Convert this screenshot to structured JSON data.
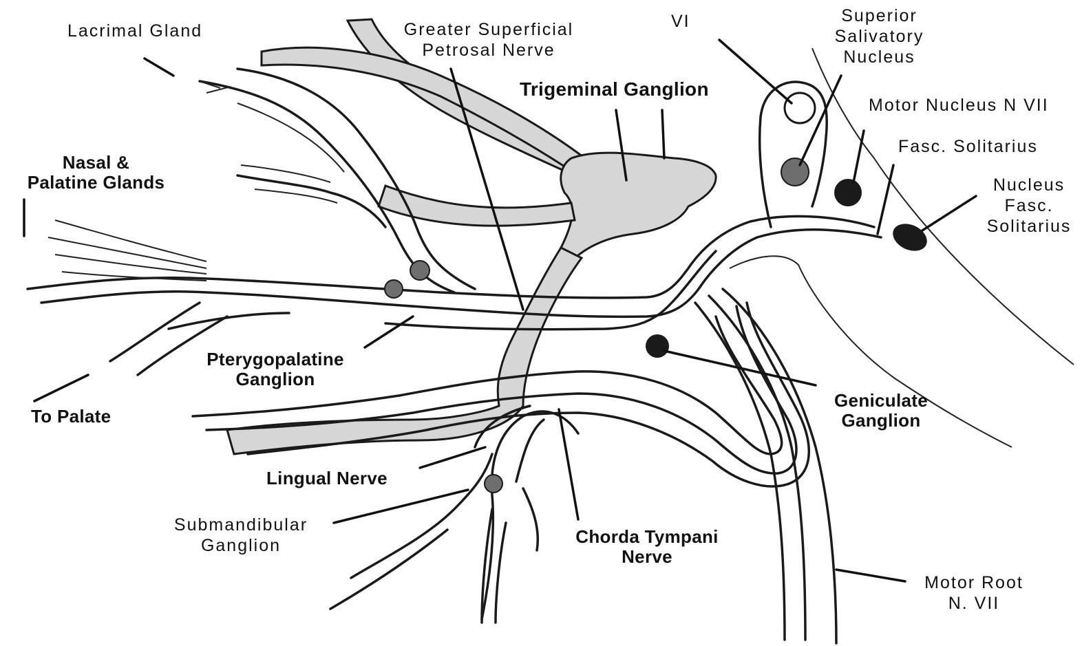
{
  "labels": {
    "lacrimal_gland": "Lacrimal Gland",
    "greater_superficial_petrosal_nerve": [
      "Greater Superficial",
      "Petrosal Nerve"
    ],
    "vi": "VI",
    "superior_salivatory_nucleus": [
      "Superior",
      "Salivatory",
      "Nucleus"
    ],
    "trigeminal_ganglion": "Trigeminal Ganglion",
    "motor_nucleus_n_vii": "Motor Nucleus N VII",
    "fasc_solitarius": "Fasc. Solitarius",
    "nasal_palatine_glands": [
      "Nasal &",
      "Palatine Glands"
    ],
    "nucleus_fasc_solitarius": [
      "Nucleus",
      "Fasc.",
      "Solitarius"
    ],
    "pterygopalatine_ganglion": [
      "Pterygopalatine",
      "Ganglion"
    ],
    "to_palate": "To Palate",
    "geniculate_ganglion": [
      "Geniculate",
      "Ganglion"
    ],
    "lingual_nerve": "Lingual Nerve",
    "submandibular_ganglion": [
      "Submandibular",
      "Ganglion"
    ],
    "chorda_tympani_nerve": [
      "Chorda Tympani",
      "Nerve"
    ],
    "motor_root_n_vii": [
      "Motor Root",
      "N. VII"
    ]
  },
  "colors": {
    "nerve_fill": "#d6d6d6",
    "ganglion_dark": "#1a1a1a",
    "ganglion_gray": "#6e6e6e",
    "line": "#1a1a1a"
  }
}
